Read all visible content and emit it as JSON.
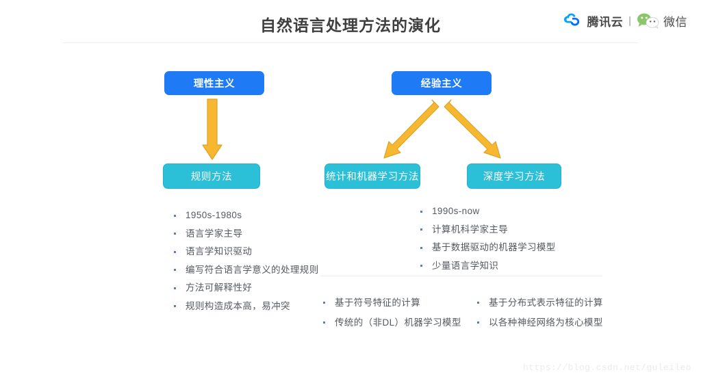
{
  "header": {
    "title": "自然语言处理方法的演化",
    "brand": {
      "cloud_logo_icon": "tencent-cloud-icon",
      "cloud_label": "腾讯云",
      "divider": "|",
      "wechat_logo_icon": "wechat-icon",
      "wechat_label": "微信"
    }
  },
  "nodes": {
    "rationalism": "理性主义",
    "empiricism": "经验主义",
    "rule_based": "规则方法",
    "statistical_ml": "统计和机器学习方法",
    "deep_learning": "深度学习方法"
  },
  "arrows": [
    {
      "name": "arrow-rationalism-to-rule",
      "from": "理性主义",
      "to": "规则方法",
      "direction": "down",
      "color": "#F7B731"
    },
    {
      "name": "arrow-empiricism-to-statistical",
      "from": "经验主义",
      "to": "统计和机器学习方法",
      "direction": "down-left",
      "color": "#F7B731"
    },
    {
      "name": "arrow-empiricism-to-deeplearning",
      "from": "经验主义",
      "to": "深度学习方法",
      "direction": "down-right",
      "color": "#F7B731"
    }
  ],
  "lists": {
    "rule_based_points": [
      "1950s-1980s",
      "语言学家主导",
      "语言学知识驱动",
      "编写符合语言学意义的处理规则",
      "方法可解释性好",
      "规则构造成本高，易冲突"
    ],
    "empirical_points": [
      "1990s-now",
      "计算机科学家主导",
      "基于数据驱动的机器学习模型",
      "少量语言学知识"
    ],
    "statistical_detail_points": [
      "基于符号特征的计算",
      "传统的（非DL）机器学习模型"
    ],
    "deep_learning_detail_points": [
      "基于分布式表示特征的计算",
      "以各种神经网络为核心模型"
    ]
  },
  "watermark": "https://blog.csdn.net/guleileo",
  "colors": {
    "primary_blue": "#1E7BF5",
    "accent_cyan": "#2CC0D8",
    "arrow_yellow": "#F7B731",
    "title_gray": "#3F3F3F",
    "body_gray": "#555A60"
  }
}
